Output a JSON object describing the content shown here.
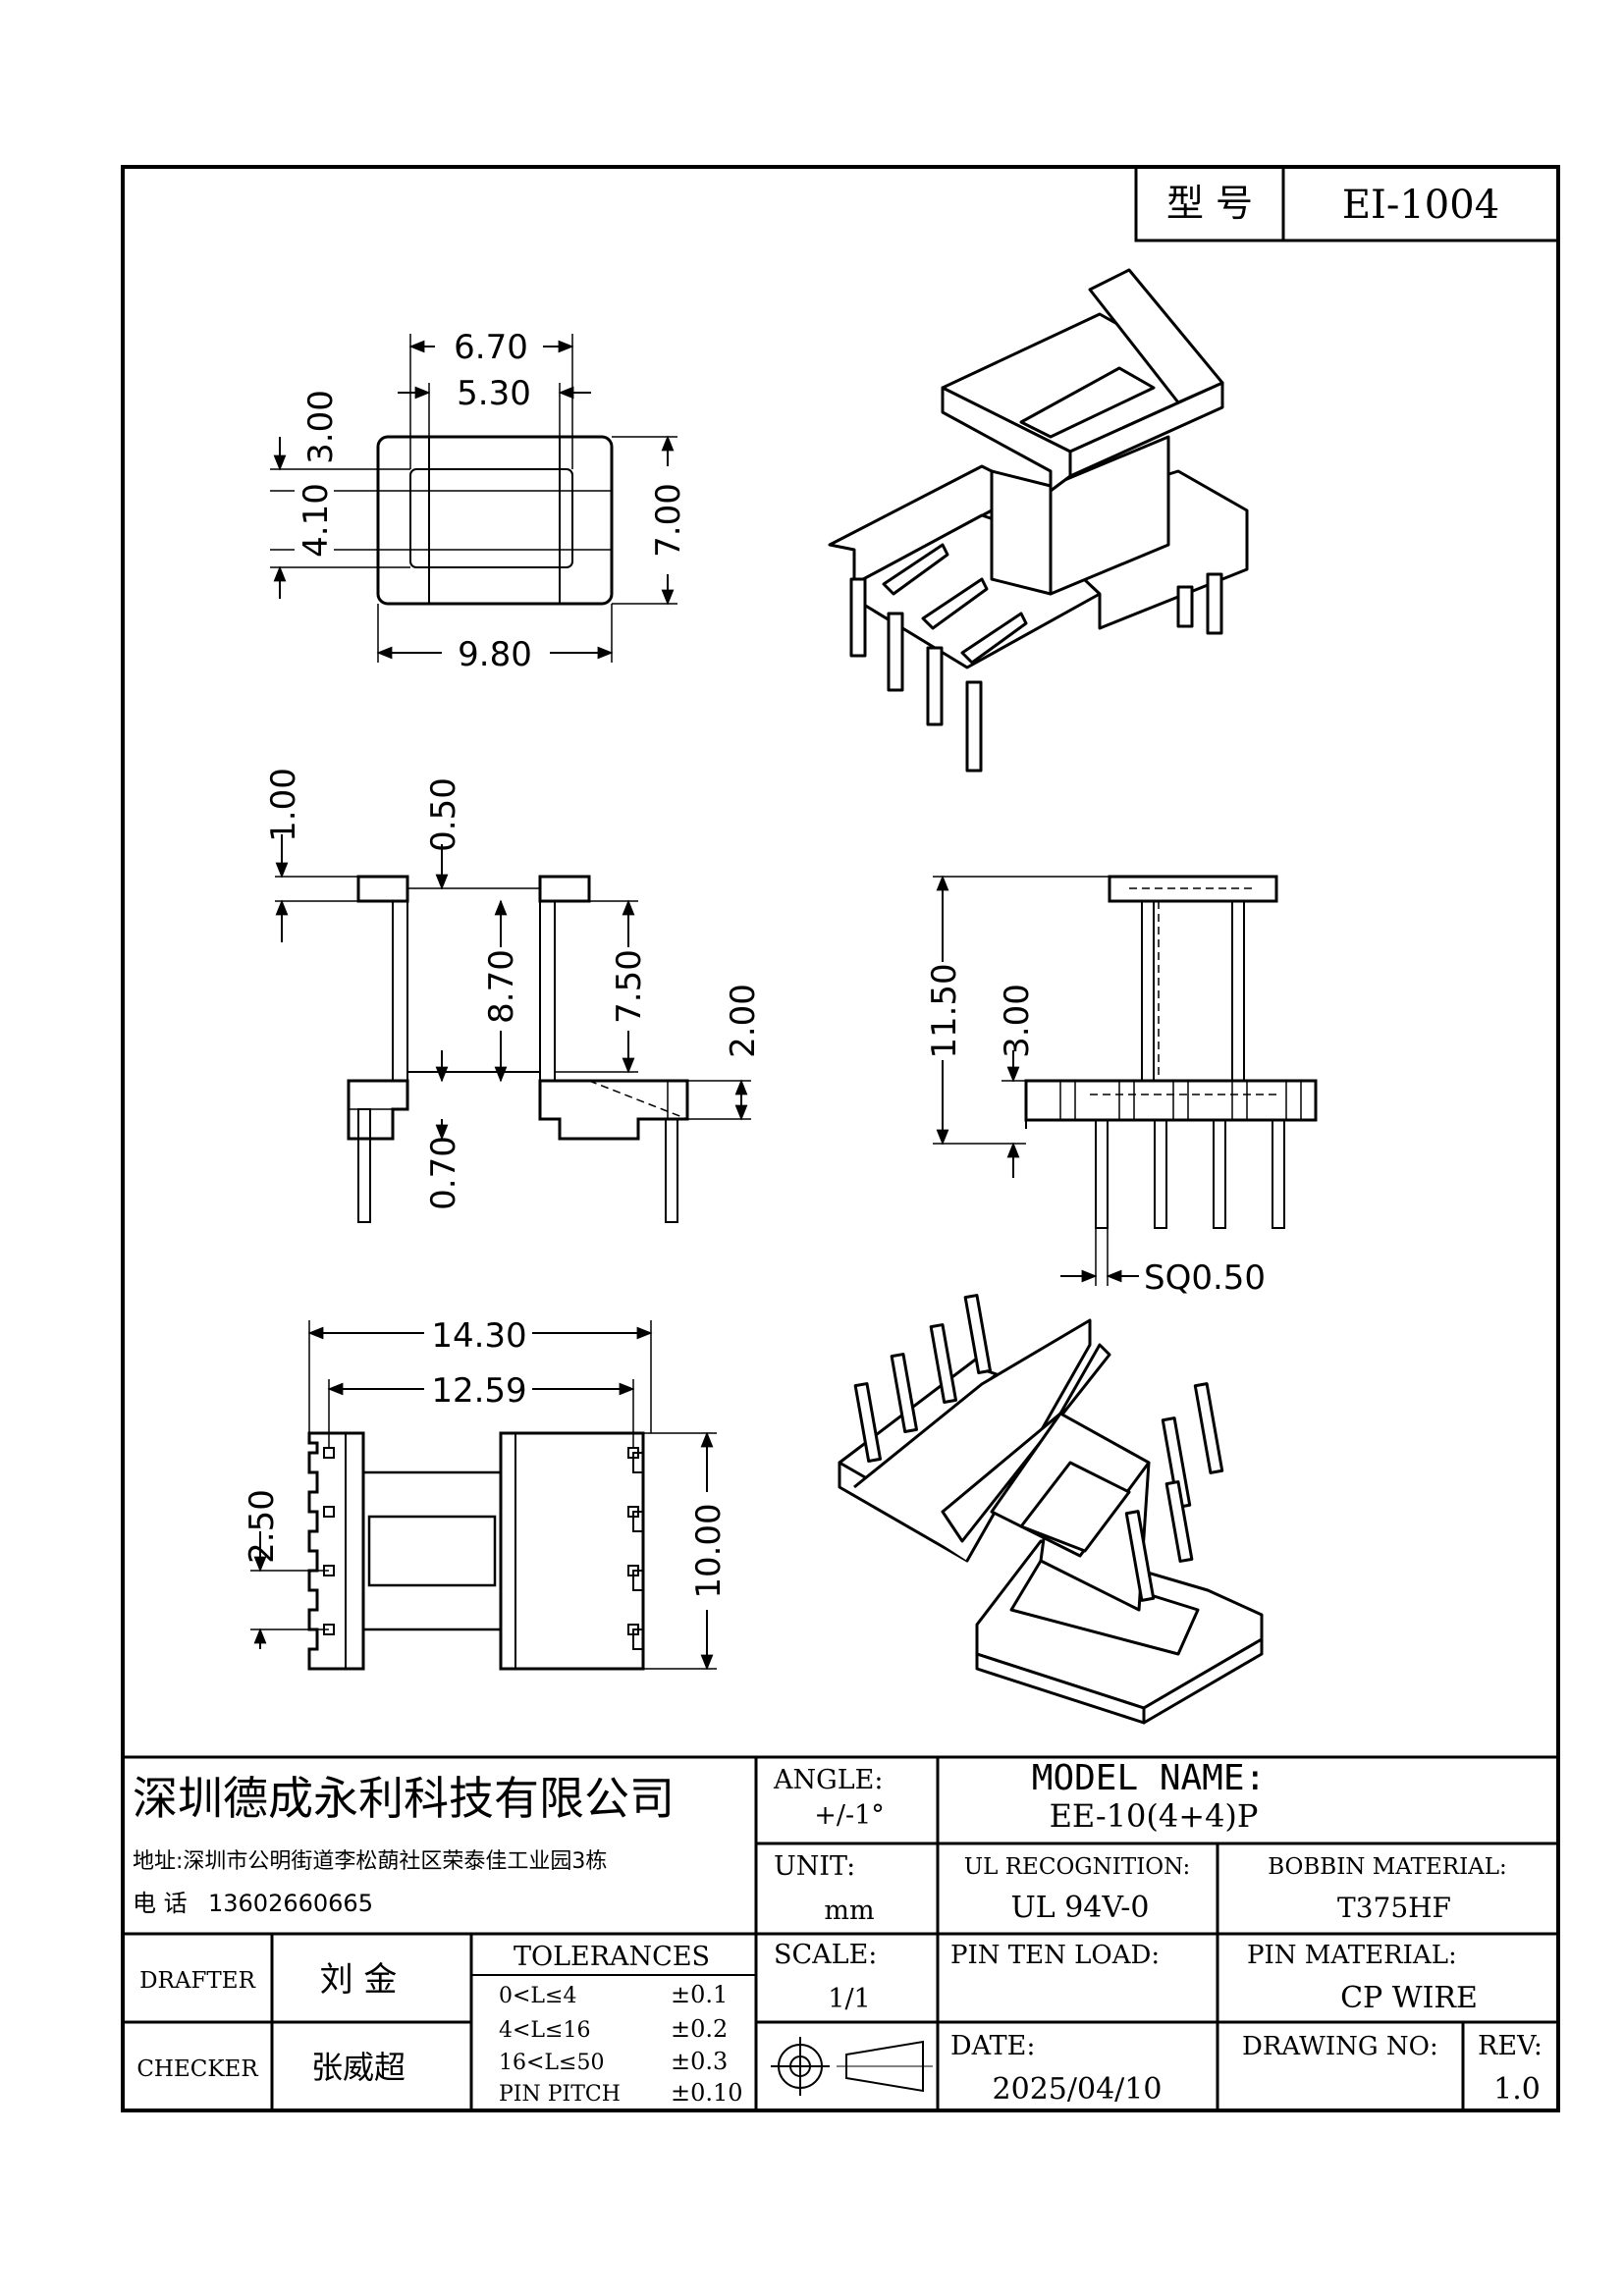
{
  "part_no": {
    "label": "型 号",
    "value": "EI-1004"
  },
  "dims": {
    "top": {
      "d1": "6.70",
      "d2": "5.30",
      "d3": "9.80",
      "d4": "7.00",
      "d5": "3.00",
      "d6": "4.10"
    },
    "front": {
      "d1": "1.00",
      "d2": "0.50",
      "d3": "8.70",
      "d4": "7.50",
      "d5": "2.00",
      "d6": "0.70"
    },
    "side": {
      "d1": "11.50",
      "d2": "3.00",
      "d3": "SQ0.50"
    },
    "bottom": {
      "d1": "14.30",
      "d2": "12.59",
      "d3": "2.50",
      "d4": "10.00"
    }
  },
  "title_block": {
    "company": "深圳德成永利科技有限公司",
    "address": "地址:深圳市公明街道李松蓢社区荣泰佳工业园3栋",
    "phone_label": "电 话",
    "phone": "13602660665",
    "angle_label": "ANGLE:",
    "angle_value": "+/-1°",
    "model_label": "MODEL NAME:",
    "model_value": "EE-10(4+4)P",
    "unit_label": "UNIT:",
    "unit_value": "mm",
    "ul_label": "UL RECOGNITION:",
    "ul_value": "UL 94V-0",
    "bobbin_label": "BOBBIN MATERIAL:",
    "bobbin_value": "T375HF",
    "drafter_label": "DRAFTER",
    "drafter_value": "刘 金",
    "checker_label": "CHECKER",
    "checker_value": "张威超",
    "tol_label": "TOLERANCES",
    "tolerances": [
      {
        "range": "0<L≤4",
        "tol": "±0.1"
      },
      {
        "range": "4<L≤16",
        "tol": "±0.2"
      },
      {
        "range": "16<L≤50",
        "tol": "±0.3"
      },
      {
        "range": "PIN PITCH",
        "tol": "±0.10"
      }
    ],
    "scale_label": "SCALE:",
    "scale_value": "1/1",
    "pin_ten_label": "PIN TEN LOAD:",
    "pin_mat_label": "PIN MATERIAL:",
    "pin_mat_value": "CP WIRE",
    "date_label": "DATE:",
    "date_value": "2025/04/10",
    "drawing_no_label": "DRAWING NO:",
    "rev_label": "REV:",
    "rev_value": "1.0"
  }
}
